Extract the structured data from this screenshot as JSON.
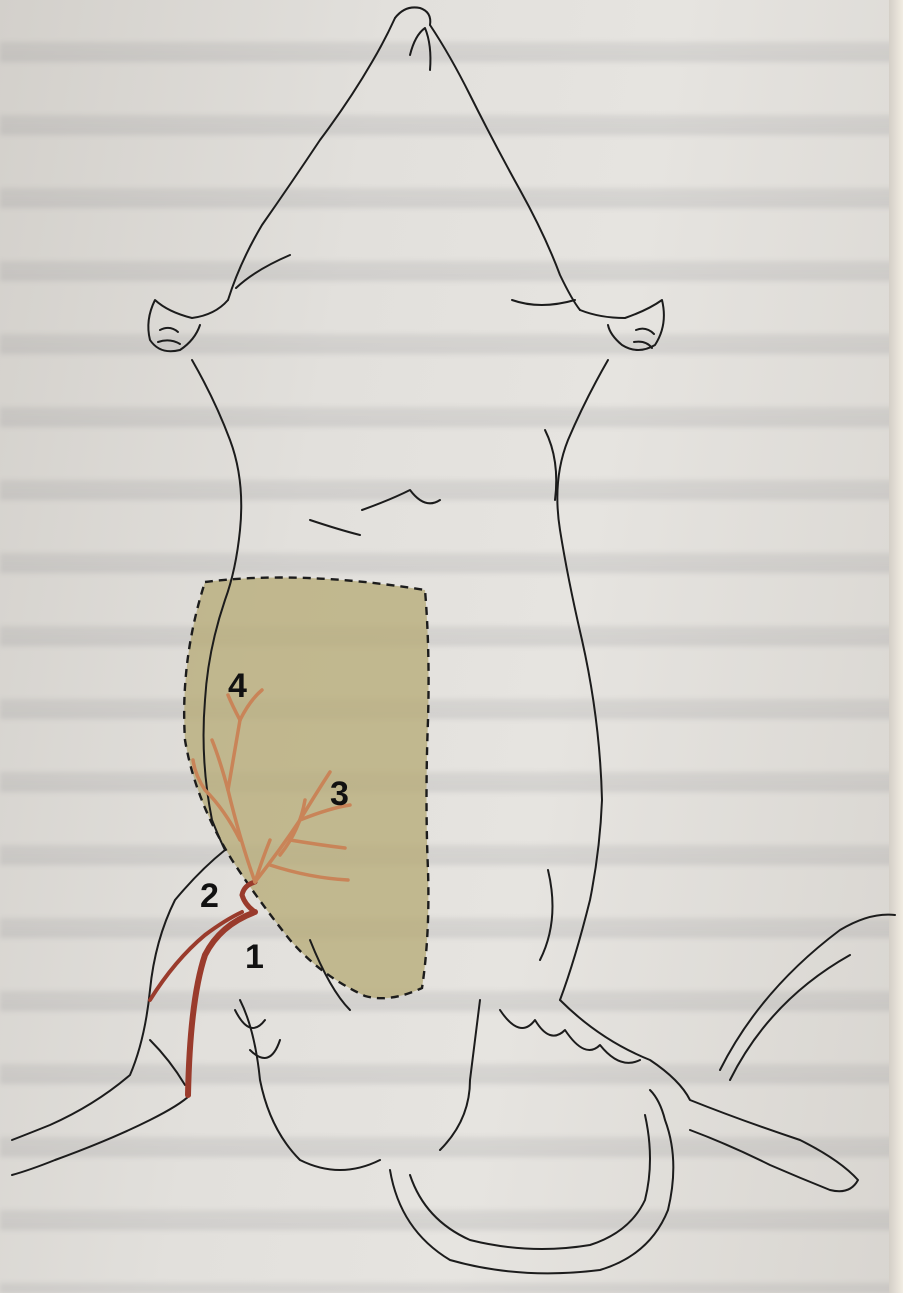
{
  "figure": {
    "labels": [
      {
        "id": "1",
        "text": "1"
      },
      {
        "id": "2",
        "text": "2"
      },
      {
        "id": "3",
        "text": "3"
      },
      {
        "id": "4",
        "text": "4"
      }
    ],
    "colors": {
      "outline": "#1c1c1c",
      "flap_fill": "#b7ac78",
      "main_vessel": "#9a3b2c",
      "branch_vessel": "#c98458",
      "page": "#e3e1dd"
    }
  }
}
